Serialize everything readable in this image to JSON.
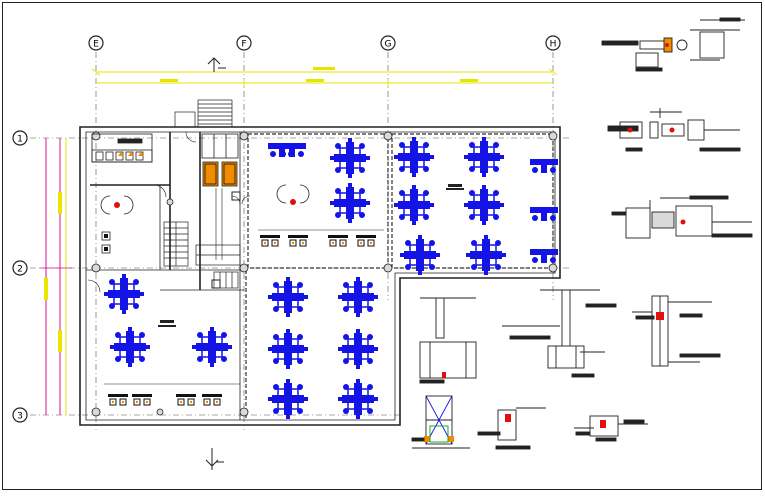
{
  "grid": {
    "columns": [
      "E",
      "F",
      "G",
      "H"
    ],
    "rows": [
      "1",
      "2",
      "3"
    ]
  },
  "colors": {
    "wall": "#222222",
    "furniture": "#1414e6",
    "dimension": "#e6e600",
    "dimension_vertical": "#e0109a",
    "detail_accent": "#e01010",
    "column_fill": "#d9d9d9",
    "kitchen_orange": "#f08c00"
  }
}
